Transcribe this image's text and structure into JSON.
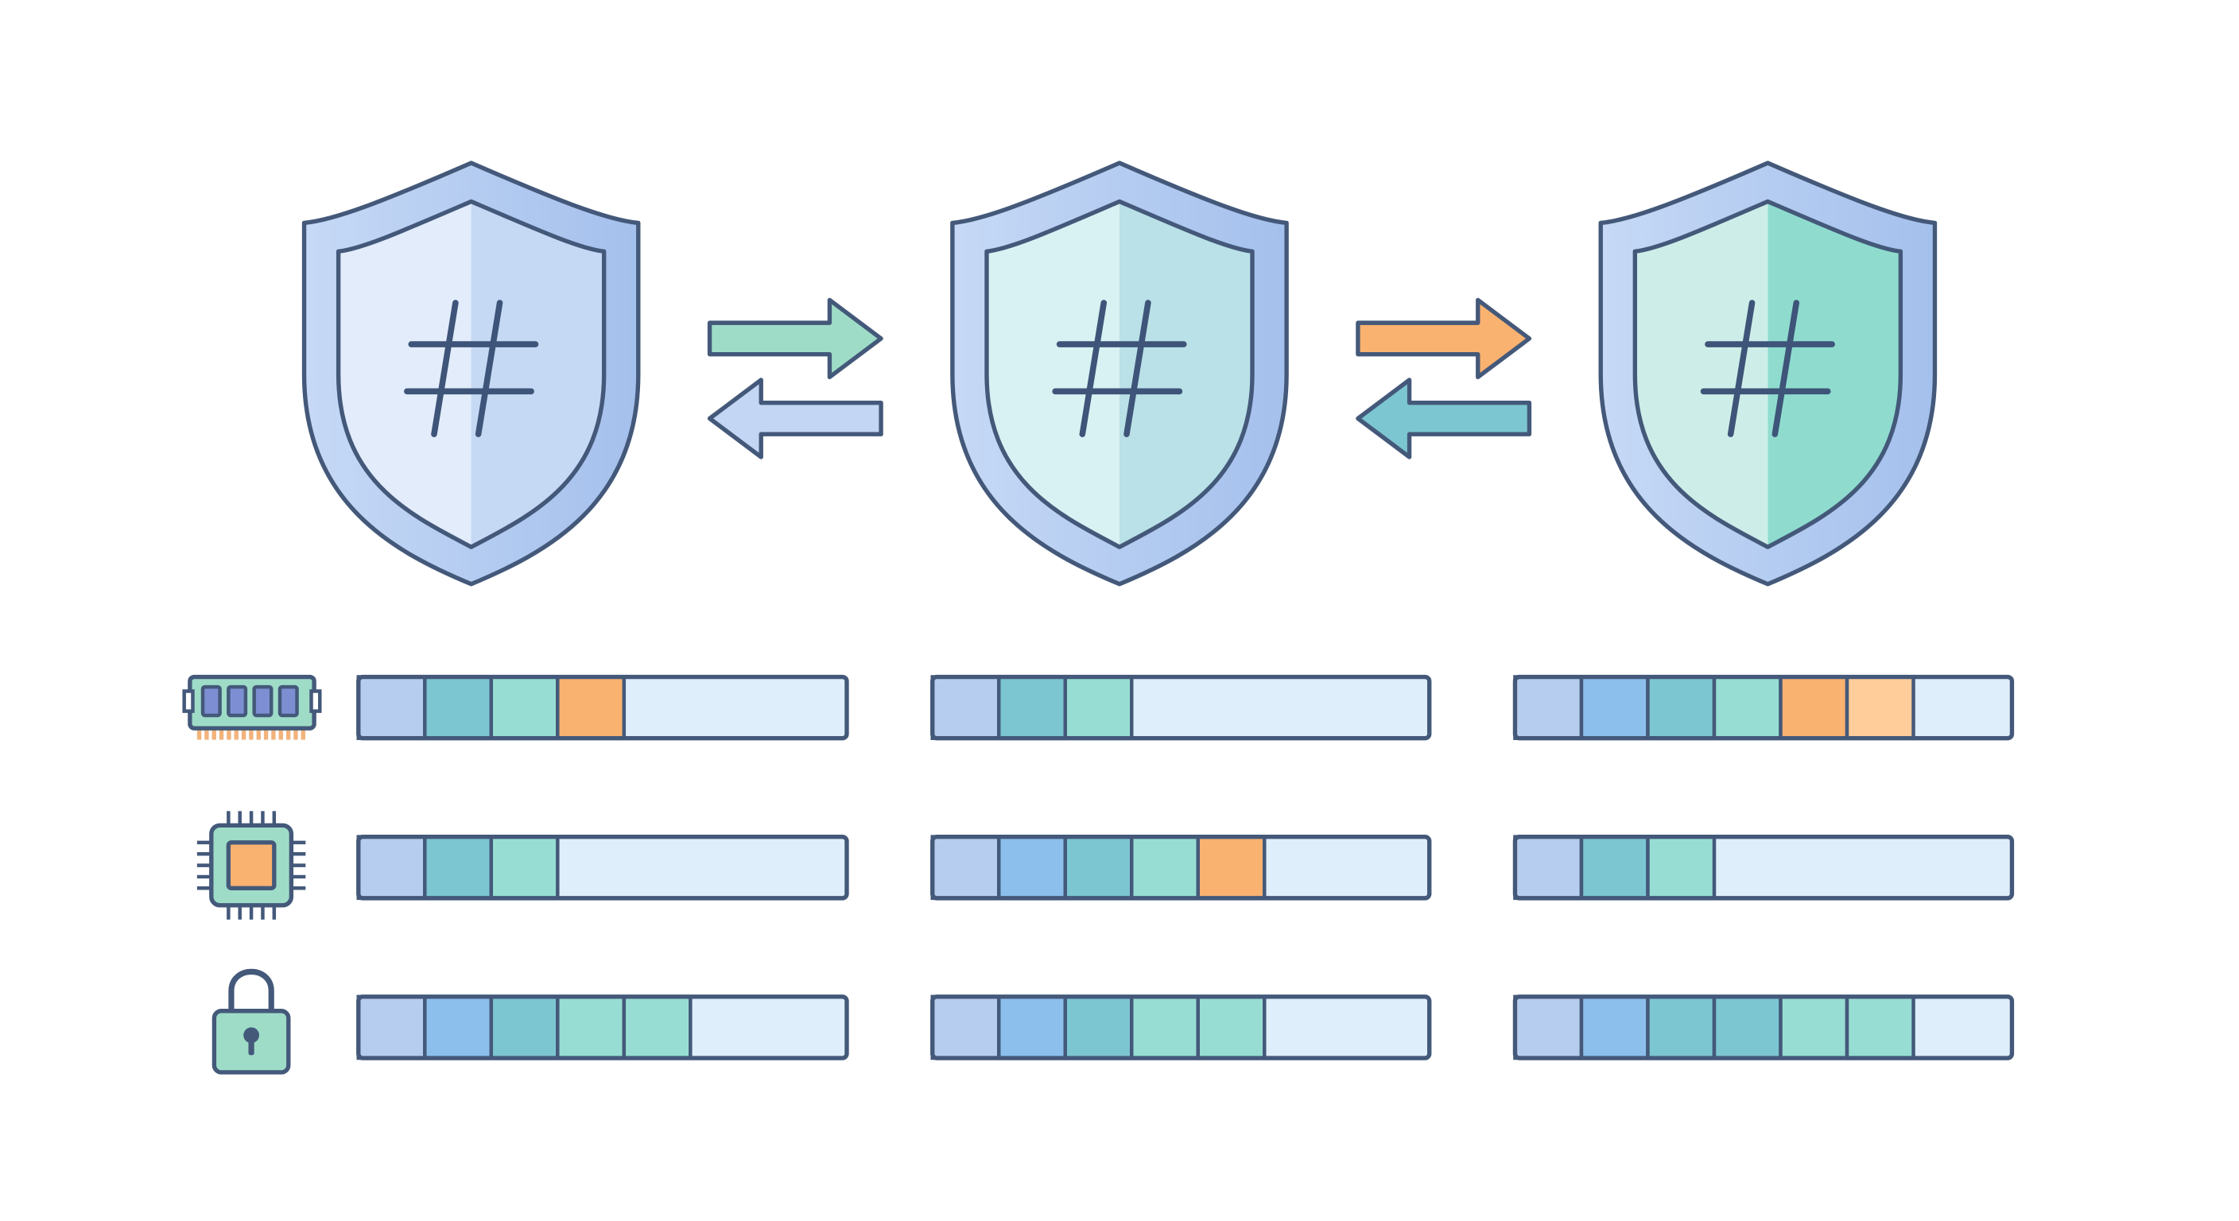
{
  "palette": {
    "stroke": "#44597a",
    "shield_outer": "#a4c0ec",
    "shield_outer_light": "#c6d9f6",
    "hash": "#3e5478",
    "track": "#dfeefb",
    "blue_light": "#b7cdef",
    "blue_mid": "#8dbfec",
    "teal": "#7cc6d2",
    "mint": "#98ddd3",
    "orange": "#fab270",
    "orange_light": "#fecd9a",
    "ram_board": "#9edcc8",
    "ram_chip": "#7d8fd2",
    "ram_pin": "#f1b37b",
    "cpu_body": "#9edcc8",
    "cpu_core": "#fab270",
    "lock_body": "#9edcc8"
  },
  "shields": [
    {
      "name": "shield-1",
      "glyph": "#",
      "fill_left": "#e2ecfb",
      "fill_right": "#c5d9f4"
    },
    {
      "name": "shield-2",
      "glyph": "#",
      "fill_left": "#d8f1f2",
      "fill_right": "#b9e1e7"
    },
    {
      "name": "shield-3",
      "glyph": "#",
      "fill_left": "#cdeee8",
      "fill_right": "#8fdccf"
    }
  ],
  "arrow_pairs": [
    {
      "forward_color": "#9edcc8",
      "backward_color": "#c3d6f4"
    },
    {
      "forward_color": "#fab270",
      "backward_color": "#7cc6d2"
    }
  ],
  "row_icons": [
    "ram-chip-icon",
    "processor-icon",
    "padlock-icon"
  ],
  "rows": [
    [
      [
        "blue_light",
        "teal",
        "mint",
        "orange"
      ],
      [
        "blue_light",
        "teal",
        "mint"
      ],
      [
        "blue_light",
        "blue_mid",
        "teal",
        "mint",
        "orange",
        "orange_light"
      ]
    ],
    [
      [
        "blue_light",
        "teal",
        "mint"
      ],
      [
        "blue_light",
        "blue_mid",
        "teal",
        "mint",
        "orange"
      ],
      [
        "blue_light",
        "teal",
        "mint"
      ]
    ],
    [
      [
        "blue_light",
        "blue_mid",
        "teal",
        "mint",
        "mint"
      ],
      [
        "blue_light",
        "blue_mid",
        "teal",
        "mint",
        "mint"
      ],
      [
        "blue_light",
        "blue_mid",
        "teal",
        "teal",
        "mint",
        "mint"
      ]
    ]
  ]
}
